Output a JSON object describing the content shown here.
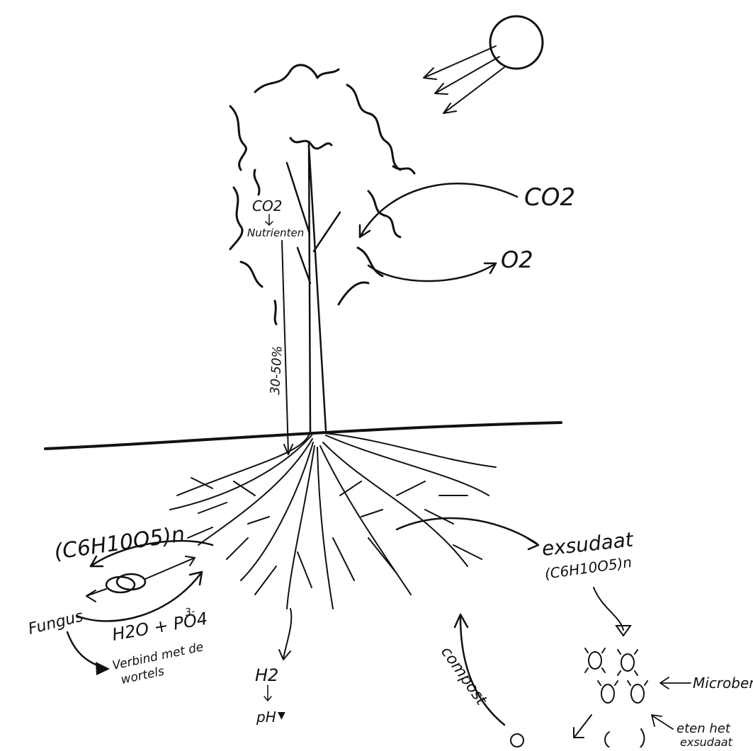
{
  "diagram": {
    "labels": {
      "co2_outside": "CO2",
      "o2_outside": "O2",
      "co2_inside": "CO2",
      "nutrients": "Nutrienten",
      "percent": "30-50%",
      "cellulose_left": "(C6H10O5)n",
      "fungus": "Fungus",
      "water_phosphate": "H2O + PO4",
      "phosphate_charge": "3-",
      "connects_roots_line1": "Verbind met de",
      "connects_roots_line2": "wortels",
      "hydrogen": "H2",
      "ph": "pH",
      "exudate": "exsudaat",
      "cellulose_right": "(C6H10O5)n",
      "compost": "compost",
      "microbes": "Microben",
      "eat_exudate_line1": "eten het",
      "eat_exudate_line2": "exsudaat"
    }
  }
}
